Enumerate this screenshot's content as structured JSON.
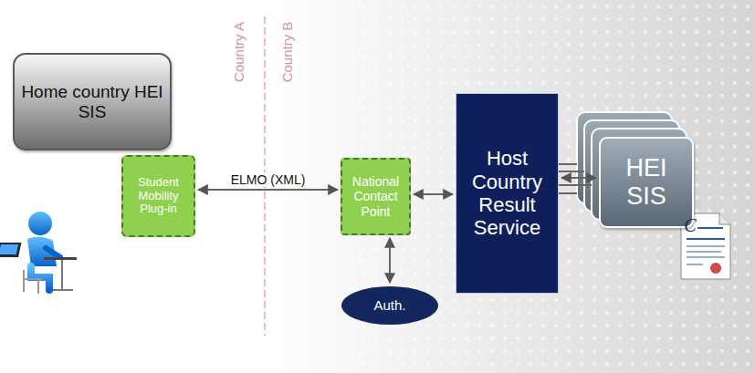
{
  "diagram": {
    "nodes": [
      {
        "text": [
          "Home country HEI SIS"
        ]
      },
      {
        "text": [
          "Student Mobility Plug-in"
        ]
      },
      {
        "text": [
          "National Contact Point"
        ]
      },
      {
        "text": [
          "Auth."
        ]
      },
      {
        "text": [
          "Host Country Result Service"
        ]
      },
      {
        "text": [
          "HEI SIS"
        ]
      }
    ],
    "edges": [
      {
        "from": 1,
        "to": 2,
        "arrow": "both",
        "label": "ELMO (XML)"
      },
      {
        "from": 2,
        "to": 4,
        "arrow": "both"
      },
      {
        "from": 2,
        "to": 3,
        "arrow": "both"
      },
      {
        "from": 4,
        "to": 5,
        "arrow": "both"
      }
    ],
    "labels": [
      "Country A",
      "Country B",
      "C"
    ]
  }
}
